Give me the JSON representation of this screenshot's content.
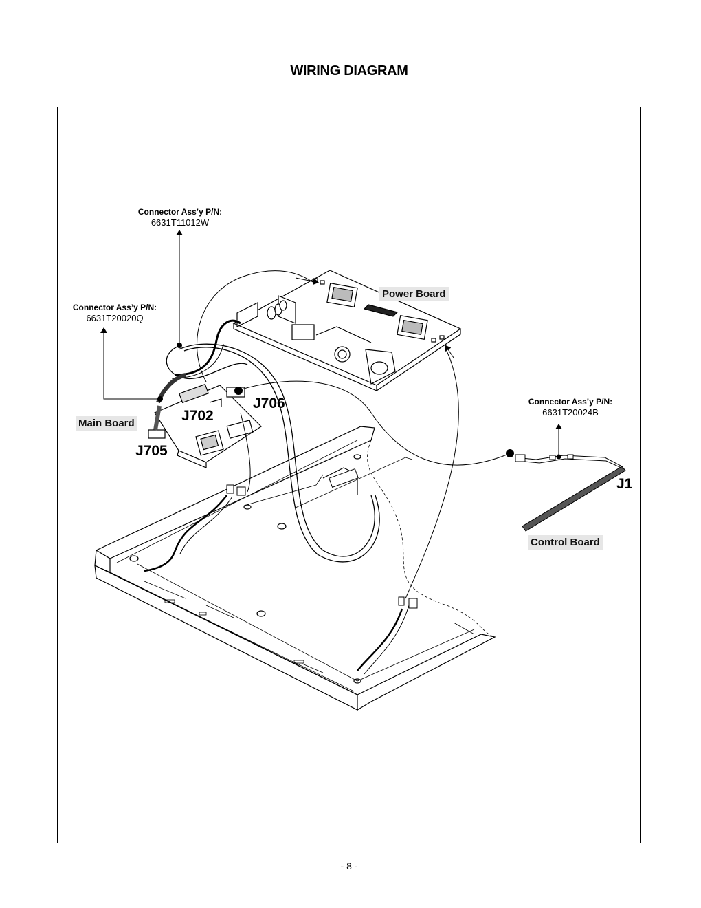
{
  "page": {
    "title": "WIRING DIAGRAM",
    "page_number": "- 8 -"
  },
  "callouts": {
    "top": {
      "heading": "Connector Ass’y P/N:",
      "part_number": "6631T11012W"
    },
    "left": {
      "heading": "Connector Ass’y P/N:",
      "part_number": "6631T20020Q"
    },
    "right": {
      "heading": "Connector Ass’y P/N:",
      "part_number": "6631T20024B"
    }
  },
  "boards": {
    "power": "Power Board",
    "main": "Main Board",
    "control": "Control Board"
  },
  "connectors": {
    "j706": "J706",
    "j702": "J702",
    "j705": "J705",
    "j1": "J1"
  }
}
